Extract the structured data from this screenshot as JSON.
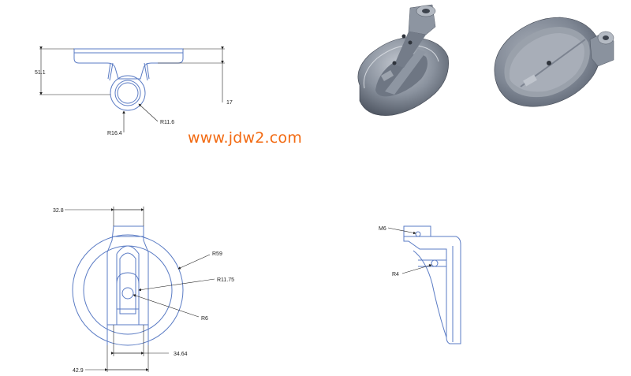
{
  "watermark": "www.jdw2.com",
  "colors": {
    "drawing_line": "#5a7bc4",
    "dim_line": "#222222",
    "part_gray": "#7f8794",
    "part_dark": "#4d5460",
    "part_light": "#b6bcc6",
    "watermark": "#f26a12"
  },
  "front_view": {
    "dims": {
      "height": "51.1",
      "offset": "17",
      "r_inner": "R11.6",
      "r_outer": "R16.4"
    }
  },
  "top_view": {
    "dims": {
      "width_top": "32.8",
      "r_big": "R59",
      "r_boss": "R11.75",
      "r_hole": "R6",
      "width_mid": "34.64",
      "width_bottom": "42.9"
    }
  },
  "side_view": {
    "dims": {
      "thread": "M6",
      "r_small": "R4"
    }
  },
  "iso_views": [
    {
      "name": "iso-view-underside",
      "icon": "3d-render"
    },
    {
      "name": "iso-view-top",
      "icon": "3d-render"
    }
  ]
}
